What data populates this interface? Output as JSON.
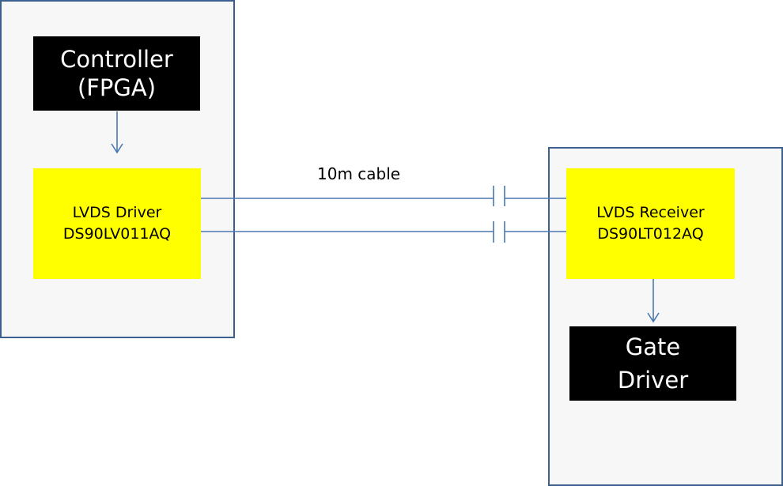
{
  "diagram": {
    "controller": {
      "text": "Controller\n(FPGA)"
    },
    "lvds_driver": {
      "text": "LVDS Driver\nDS90LV011AQ"
    },
    "cable": {
      "text": "10m cable"
    },
    "lvds_receiver": {
      "text": "LVDS Receiver\nDS90LT012AQ"
    },
    "gate_driver": {
      "text": "Gate\nDriver"
    }
  },
  "colors": {
    "panel_border": "#3b5f8f",
    "panel_fill": "#f7f7f7",
    "wire": "#4a78b0",
    "black_block": "#000000",
    "yellow_block": "#ffff00"
  }
}
